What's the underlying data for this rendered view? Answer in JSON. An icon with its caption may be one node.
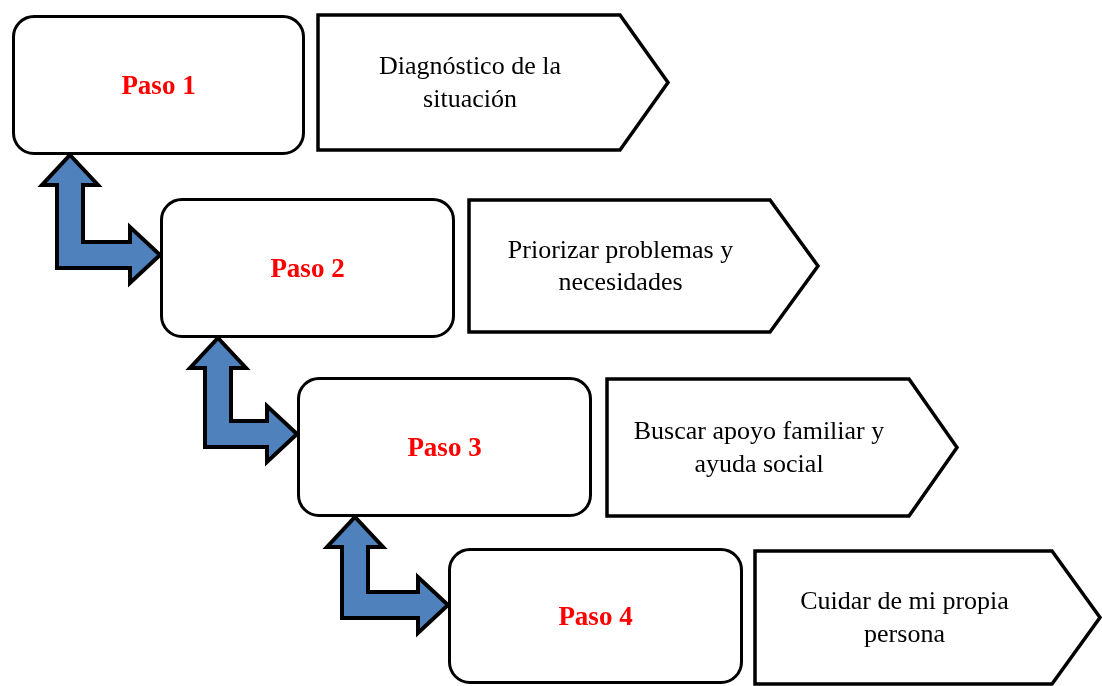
{
  "diagram": {
    "nodes": [
      {
        "text": [
          "Paso 1"
        ]
      },
      {
        "text": [
          "Diagnóstico de la situación"
        ]
      },
      {
        "text": [
          "Paso 2"
        ]
      },
      {
        "text": [
          "Priorizar problemas y necesidades"
        ]
      },
      {
        "text": [
          "Paso 3"
        ]
      },
      {
        "text": [
          "Buscar apoyo familiar y ayuda social"
        ]
      },
      {
        "text": [
          "Paso 4"
        ]
      },
      {
        "text": [
          "Cuidar de mi propia persona"
        ]
      }
    ],
    "edges": [
      {
        "from": 0,
        "to": 2,
        "arrow": "both"
      },
      {
        "from": 2,
        "to": 4,
        "arrow": "both"
      },
      {
        "from": 4,
        "to": 6,
        "arrow": "both"
      }
    ]
  }
}
